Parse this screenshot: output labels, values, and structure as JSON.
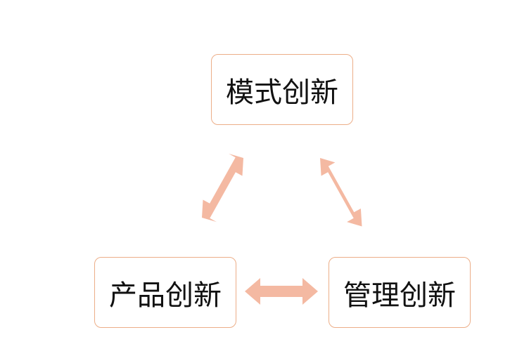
{
  "diagram": {
    "nodes": [
      {
        "id": "top",
        "label": "模式创新"
      },
      {
        "id": "left",
        "label": "产品创新"
      },
      {
        "id": "right",
        "label": "管理创新"
      }
    ],
    "edges": [
      {
        "from": "top",
        "to": "left",
        "direction": "both"
      },
      {
        "from": "top",
        "to": "right",
        "direction": "both"
      },
      {
        "from": "left",
        "to": "right",
        "direction": "both"
      }
    ],
    "colors": {
      "node_border": "#ecae88",
      "arrow_fill": "#f4b9a2",
      "text": "#111111"
    }
  }
}
